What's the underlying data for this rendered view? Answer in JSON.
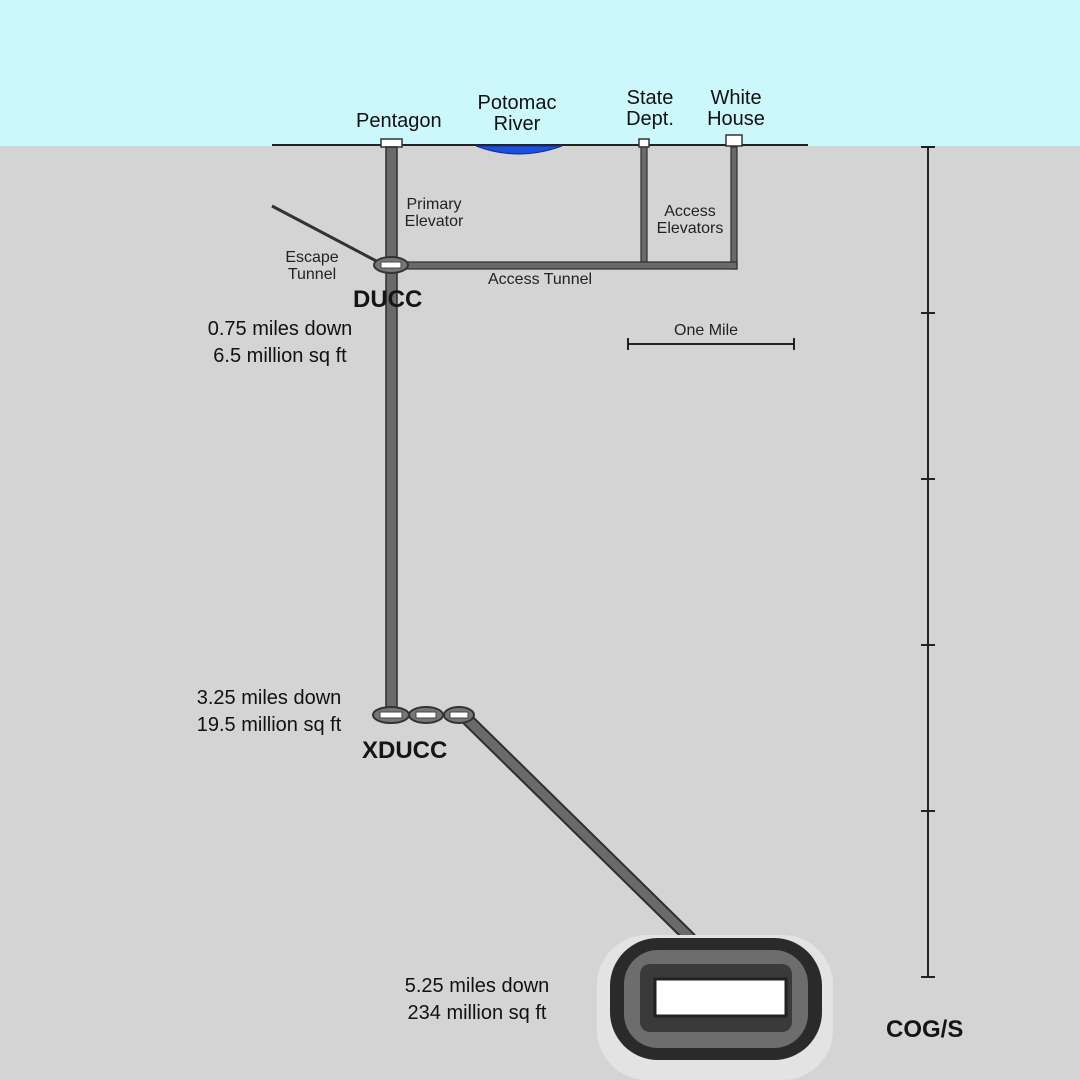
{
  "surface": {
    "pentagon": "Pentagon",
    "river_line1": "Potomac",
    "river_line2": "River",
    "state_line1": "State",
    "state_line2": "Dept.",
    "white_line1": "White",
    "white_line2": "House"
  },
  "shafts": {
    "primary_line1": "Primary",
    "primary_line2": "Elevator",
    "access_line1": "Access",
    "access_line2": "Elevators",
    "access_tunnel": "Access Tunnel",
    "escape_line1": "Escape",
    "escape_line2": "Tunnel"
  },
  "scale": {
    "label": "One Mile"
  },
  "facilities": {
    "ducc": {
      "name": "DUCC",
      "depth": "0.75 miles down",
      "area": "6.5 million sq ft"
    },
    "xducc": {
      "name": "XDUCC",
      "depth": "3.25 miles down",
      "area": "19.5 million sq ft"
    },
    "cogs": {
      "name": "COG/S",
      "depth": "5.25 miles down",
      "area": "234 million sq ft"
    }
  },
  "colors": {
    "sky": "#cdf8fb",
    "ground": "#d4d4d4",
    "shaft": "#6a6a6a",
    "shaft_outline": "#2e2e2e",
    "river": "#1e4fd8"
  }
}
